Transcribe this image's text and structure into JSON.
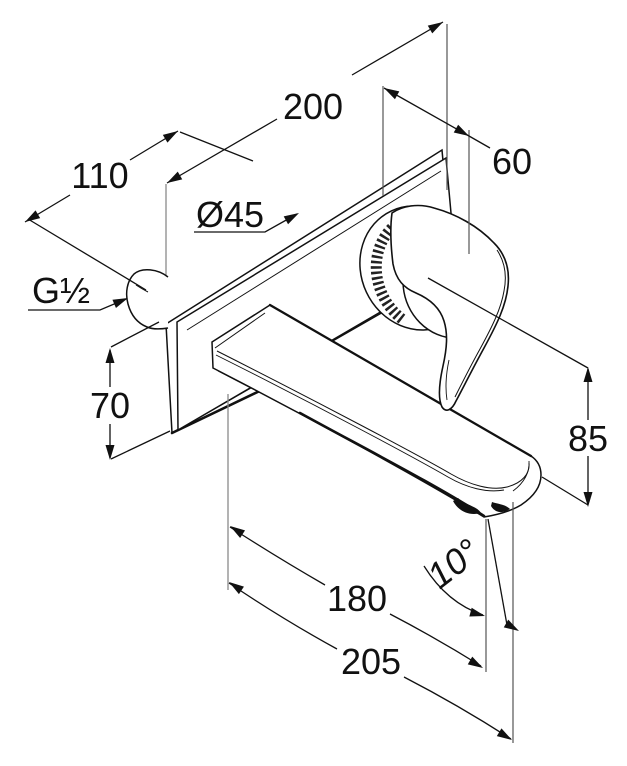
{
  "drawing": {
    "subject": "wall-mounted-basin-mixer-dimension-drawing",
    "view": "isometric",
    "background_color": "#ffffff",
    "line_color": "#111111",
    "extension_line_color": "#8a8a8a"
  },
  "dimensions": {
    "plate_width": {
      "label": "200"
    },
    "handle_projection": {
      "label": "60"
    },
    "body_depth": {
      "label": "110"
    },
    "escutcheon_diameter": {
      "label": "Ø45"
    },
    "thread_size": {
      "label": "G½"
    },
    "lower_height": {
      "label": "70"
    },
    "outlet_height": {
      "label": "85"
    },
    "spout_reach": {
      "label": "180"
    },
    "total_projection": {
      "label": "205"
    },
    "spout_angle": {
      "label": "10°"
    }
  }
}
